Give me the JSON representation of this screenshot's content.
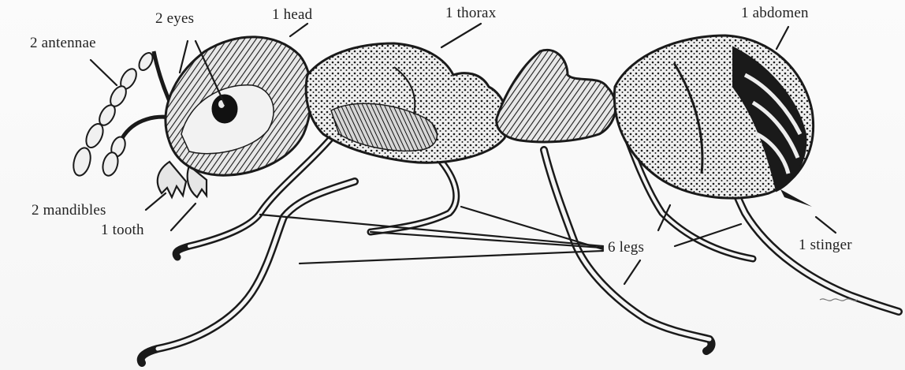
{
  "diagram": {
    "labels": {
      "antennae": "2 antennae",
      "eyes": "2 eyes",
      "head": "1 head",
      "thorax": "1 thorax",
      "abdomen": "1 abdomen",
      "mandibles": "2 mandibles",
      "tooth": "1 tooth",
      "legs": "6 legs",
      "stinger": "1 stinger"
    },
    "colors": {
      "ink": "#1a1a1a",
      "paper": "#f8f8f8",
      "label": "#222222"
    }
  }
}
